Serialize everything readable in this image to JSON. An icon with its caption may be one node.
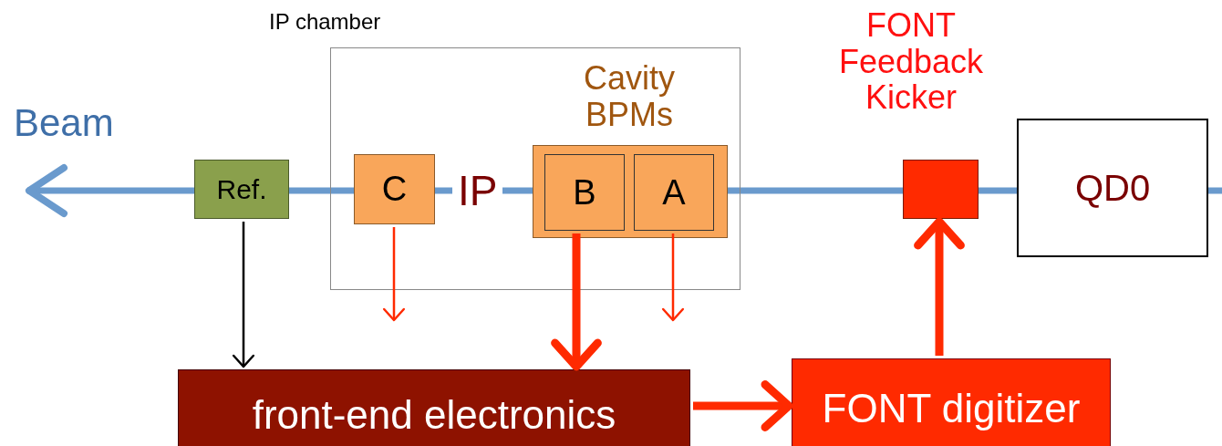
{
  "diagram": {
    "nodes": [
      {
        "text": [
          "Ref."
        ]
      },
      {
        "text": [
          "IP chamber"
        ]
      },
      {
        "text": [
          "C"
        ],
        "in": 1
      },
      {
        "text": [
          "Cavity BPMs"
        ],
        "in": 1
      },
      {
        "text": [
          "B"
        ],
        "in": 3
      },
      {
        "text": [
          "A"
        ],
        "in": 3
      },
      {
        "text": [
          "FONT Feedback Kicker"
        ]
      },
      {
        "text": [
          "QD0"
        ]
      },
      {
        "text": [
          "front-end electronics"
        ]
      },
      {
        "text": [
          "FONT digitizer"
        ]
      }
    ],
    "edges": [
      {
        "from": 0,
        "to": 8,
        "arrow": "to",
        "color": "#000000"
      },
      {
        "from": 2,
        "to": null,
        "arrow": "to"
      },
      {
        "from": 4,
        "to": 8,
        "arrow": "to",
        "style": "thick"
      },
      {
        "from": 5,
        "to": null,
        "arrow": "to"
      },
      {
        "from": 8,
        "to": 9,
        "arrow": "to",
        "style": "thick"
      },
      {
        "from": 9,
        "to": 6,
        "arrow": "to",
        "style": "thick"
      }
    ],
    "labels": [
      "Beam",
      "IP"
    ]
  }
}
